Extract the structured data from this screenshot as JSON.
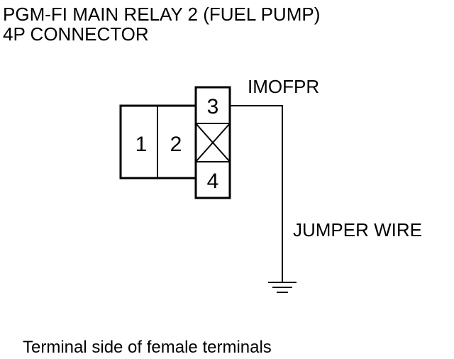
{
  "title": {
    "line1": "PGM-FI MAIN RELAY 2 (FUEL PUMP)",
    "line2": "4P CONNECTOR"
  },
  "connector": {
    "terminals": [
      "1",
      "2",
      "3",
      "4"
    ]
  },
  "wire_label": "IMOFPR",
  "jumper_label": "JUMPER WIRE",
  "caption": "Terminal side of female terminals"
}
